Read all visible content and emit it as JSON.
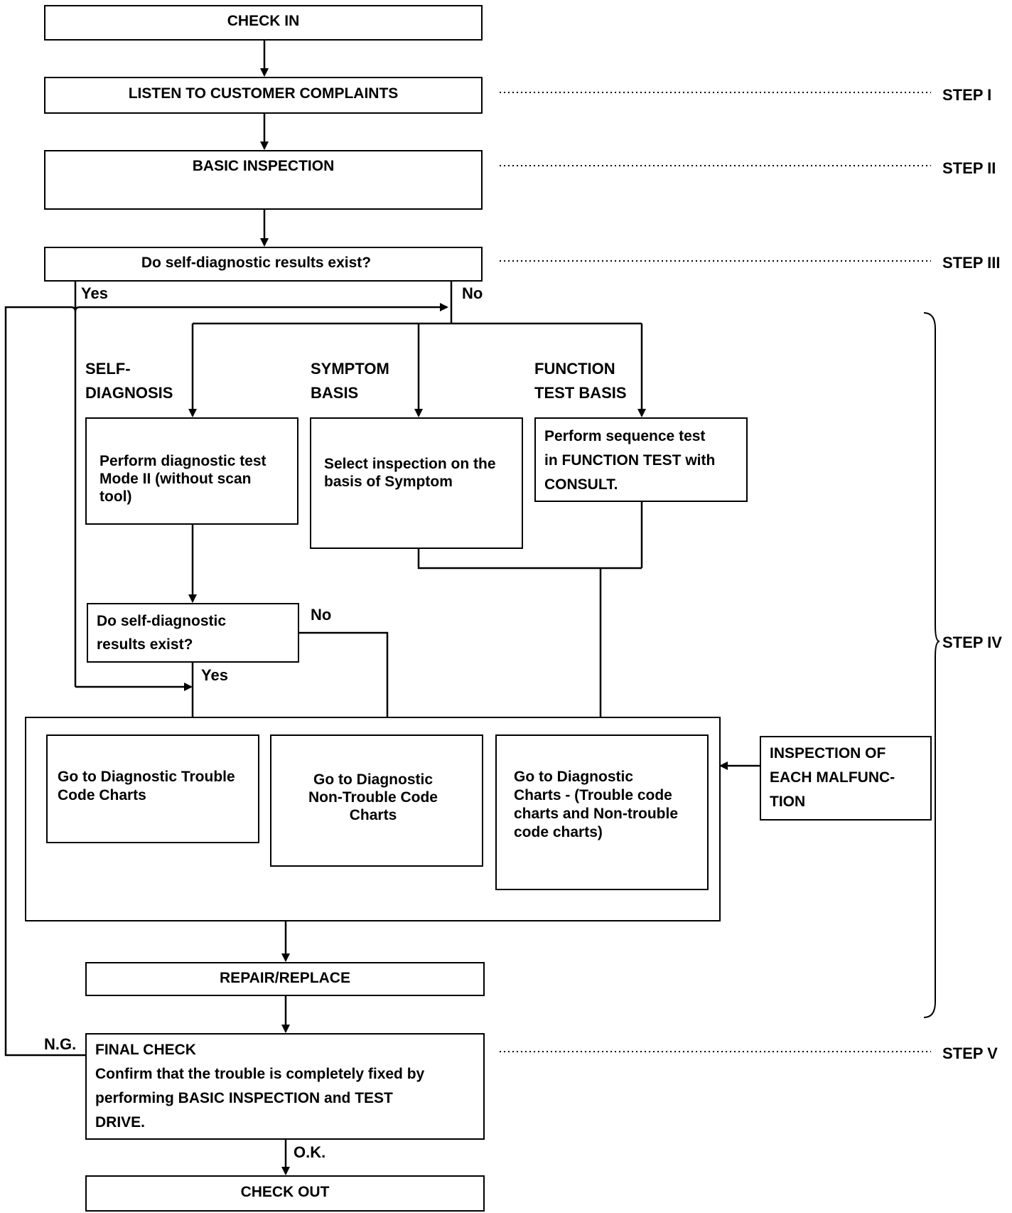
{
  "nodes": {
    "check_in": "CHECK IN",
    "listen": "LISTEN TO CUSTOMER COMPLAINTS",
    "basic_inspection": "BASIC INSPECTION",
    "self_diag_question": "Do self-diagnostic results exist?",
    "perform_diag_test": "Perform diagnostic test\nMode II  (without scan\n              tool)",
    "select_inspection": "Select inspection on the\nbasis of Symptom",
    "perform_sequence": "Perform sequence test\nin FUNCTION TEST with\nCONSULT.",
    "self_diag_question2": "Do self-diagnostic\nresults exist?",
    "trouble_code_charts": "Go to Diagnostic Trouble\nCode Charts",
    "non_trouble_code": "Go to Diagnostic\nNon-Trouble Code\nCharts",
    "diag_charts": "Go to Diagnostic\nCharts - (Trouble code\ncharts and Non-trouble\ncode charts)",
    "inspection_each": "INSPECTION OF\nEACH MALFUNC-\nTION",
    "repair_replace": "REPAIR/REPLACE",
    "final_check": "FINAL CHECK\nConfirm that the trouble is completely fixed by\nperforming BASIC INSPECTION and TEST\nDRIVE.",
    "check_out": "CHECK OUT"
  },
  "labels": {
    "self_diagnosis": "SELF-\nDIAGNOSIS",
    "symptom_basis": "SYMPTOM\nBASIS",
    "function_test_basis": "FUNCTION\nTEST BASIS",
    "yes1": "Yes",
    "no1": "No",
    "no2": "No",
    "yes2": "Yes",
    "ng": "N.G.",
    "ok": "O.K."
  },
  "steps": {
    "step1": "STEP I",
    "step2": "STEP II",
    "step3": "STEP III",
    "step4": "STEP IV",
    "step5": "STEP V"
  }
}
